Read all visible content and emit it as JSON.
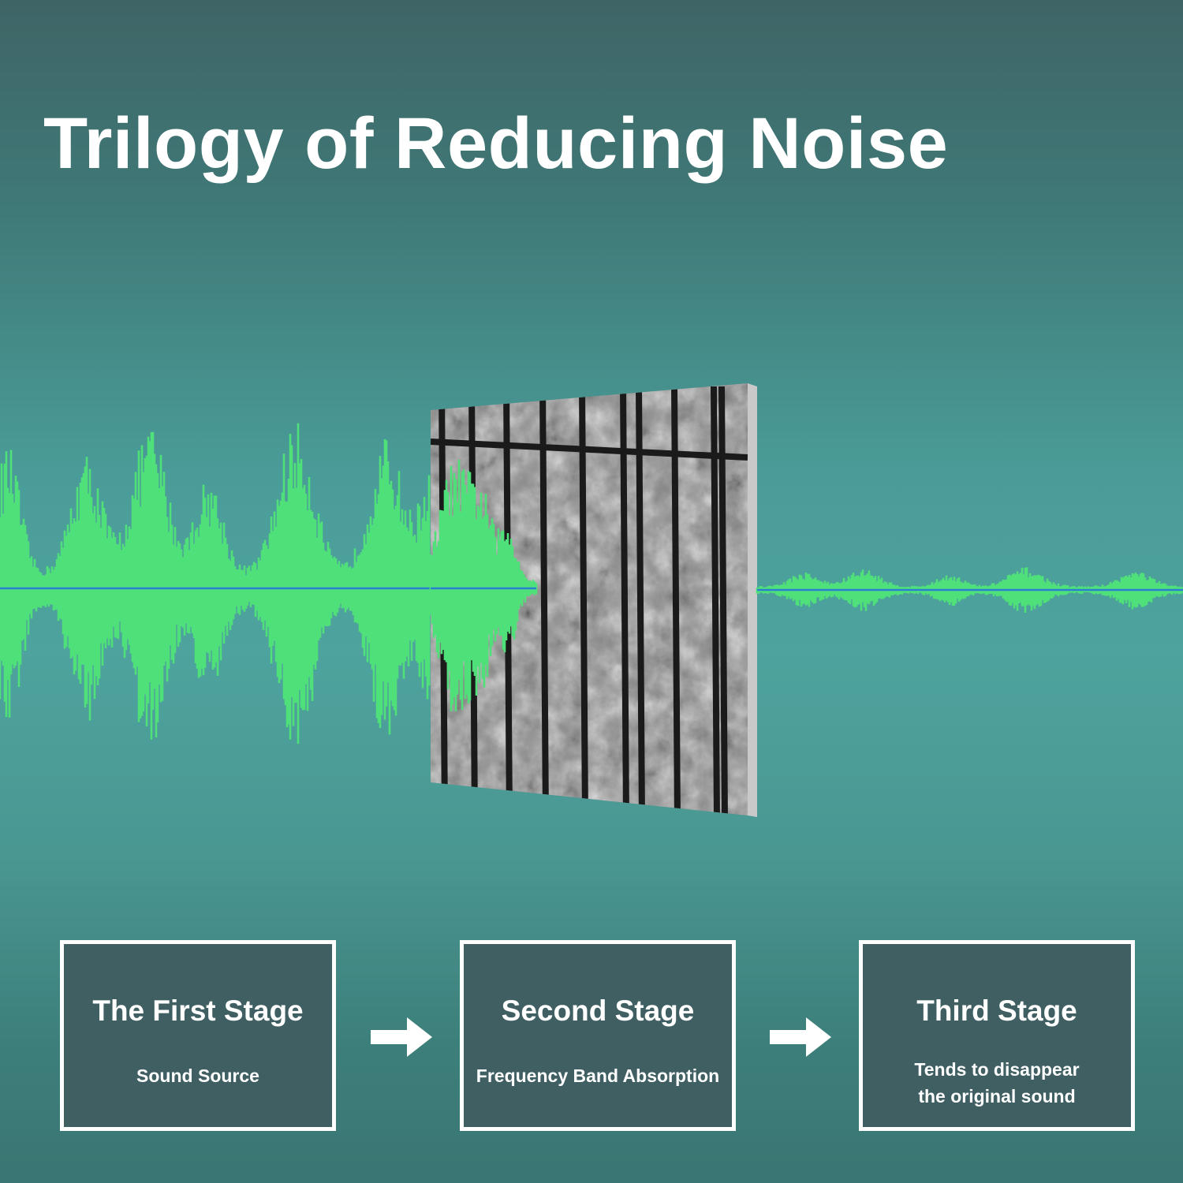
{
  "title": "Trilogy of Reducing Noise",
  "stages": [
    {
      "title": "The First Stage",
      "description": "Sound Source"
    },
    {
      "title": "Second Stage",
      "description": "Frequency Band Absorption"
    },
    {
      "title": "Third Stage",
      "description_lines": [
        "Tends to disappear",
        "the original sound"
      ]
    }
  ],
  "colors": {
    "waveform": "#4fe07a",
    "waveform_center_line": "#2a7fd0",
    "panel_frame": "#c9c9c9",
    "stage_box_fill": "#3f5f62",
    "text": "#ffffff"
  },
  "icons": [
    "right-arrow-icon",
    "right-arrow-icon"
  ]
}
